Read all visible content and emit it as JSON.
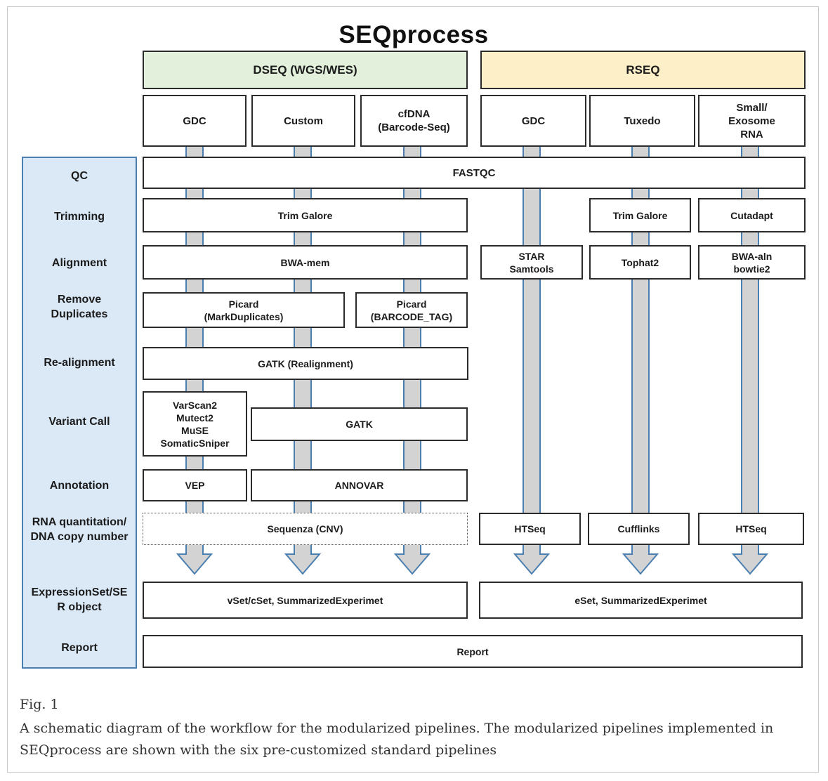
{
  "title": "SEQprocess",
  "groups": {
    "dseq": "DSEQ (WGS/WES)",
    "rseq": "RSEQ"
  },
  "colors": {
    "dseq_header": "#e3f0db",
    "rseq_header": "#fdf0c8",
    "step_panel": "#dbe9f7",
    "step_panel_border": "#4a7fb0",
    "shaft": "#d3d3d3",
    "shaft_border": "#4a7fb0"
  },
  "pipelines": {
    "dseq_gdc": "GDC",
    "dseq_custom": "Custom",
    "dseq_cfdna": "cfDNA\n(Barcode-Seq)",
    "rseq_gdc": "GDC",
    "rseq_tuxedo": "Tuxedo",
    "rseq_small": "Small/\nExosome\nRNA"
  },
  "steps": {
    "qc": "QC",
    "trimming": "Trimming",
    "alignment": "Alignment",
    "remove_duplicates": "Remove\nDuplicates",
    "realignment": "Re-alignment",
    "variant_call": "Variant Call",
    "annotation": "Annotation",
    "quantitation": "RNA quantitation/\nDNA copy number",
    "expressionset": "ExpressionSet/SE\nR object",
    "report": "Report"
  },
  "tools": {
    "fastqc": "FASTQC",
    "trim_galore_dseq": "Trim Galore",
    "trim_galore_tuxedo": "Trim Galore",
    "cutadapt": "Cutadapt",
    "bwa_mem": "BWA-mem",
    "star_samtools": "STAR\nSamtools",
    "tophat2": "Tophat2",
    "bwa_aln_bowtie2": "BWA-aln\nbowtie2",
    "picard_markdup": "Picard\n(MarkDuplicates)",
    "picard_barcode": "Picard\n(BARCODE_TAG)",
    "gatk_realign": "GATK (Realignment)",
    "varscan_group": "VarScan2\nMutect2\nMuSE\nSomaticSniper",
    "gatk": "GATK",
    "vep": "VEP",
    "annovar": "ANNOVAR",
    "sequenza": "Sequenza (CNV)",
    "htseq_gdc": "HTSeq",
    "cufflinks": "Cufflinks",
    "htseq_small": "HTSeq",
    "vset": "vSet/cSet, SummarizedExperimet",
    "eset": "eSet, SummarizedExperimet",
    "report_box": "Report"
  },
  "caption": {
    "fig": "Fig. 1",
    "text": "A schematic diagram of the workflow for the modularized pipelines. The modularized pipelines implemented in SEQprocess are shown with the six pre-customized standard pipelines"
  }
}
